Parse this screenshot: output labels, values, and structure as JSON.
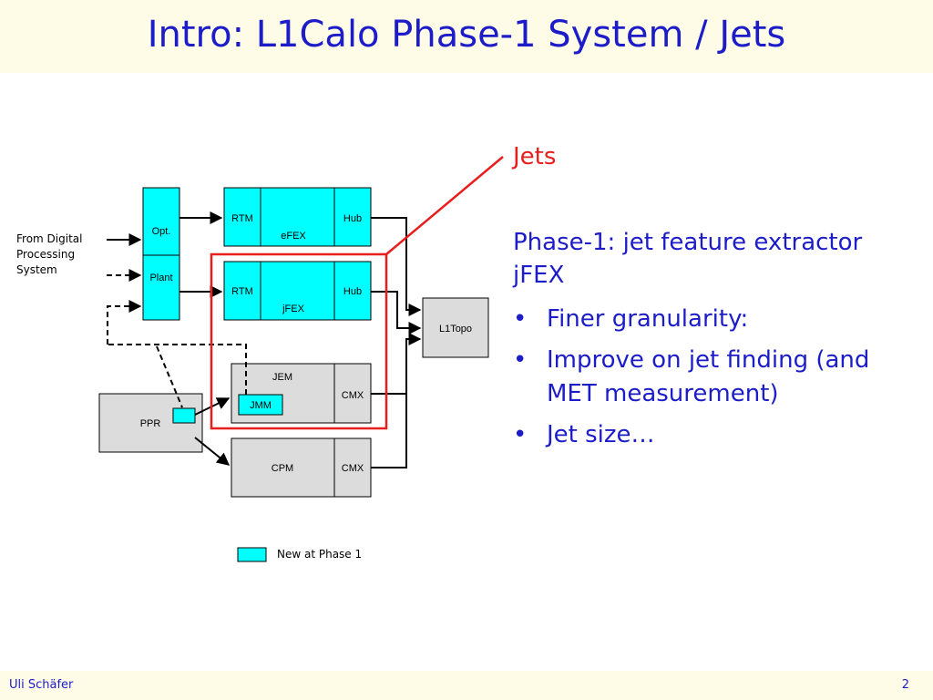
{
  "slide": {
    "title": "Intro: L1Calo Phase-1 System / Jets",
    "footer_author": "Uli Schäfer",
    "page_number": "2"
  },
  "content": {
    "heading": "Jets",
    "paragraph": "Phase-1: jet feature extractor jFEX",
    "bullets": [
      "Finer granularity:",
      "Improve on jet finding (and MET measurement)",
      "Jet size…"
    ],
    "bullet_glyph": "•"
  },
  "diagram": {
    "external_source_lines": [
      "From Digital",
      "Processing",
      "System"
    ],
    "labels": {
      "opt": "Opt.",
      "plant": "Plant",
      "rtm_efex": "RTM",
      "efex": "eFEX",
      "hub_efex": "Hub",
      "rtm_jfex": "RTM",
      "jfex": "jFEX",
      "hub_jfex": "Hub",
      "l1topo": "L1Topo",
      "jem": "JEM",
      "cmx_jem": "CMX",
      "jmm": "JMM",
      "ppr": "PPR",
      "cpm": "CPM",
      "cmx_cpm": "CMX"
    },
    "legend": "New at Phase 1"
  },
  "colors": {
    "title_text": "#1c1cc8",
    "band": "#fefce6",
    "new_module": "#00ffff",
    "legacy_module": "#dcdcdc",
    "highlight": "#e81e1e"
  }
}
